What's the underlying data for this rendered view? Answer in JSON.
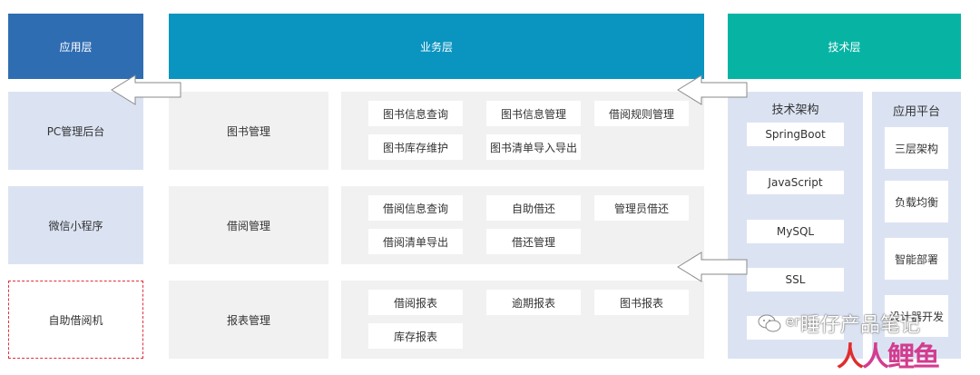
{
  "headers": {
    "app_layer": "应用层",
    "business_layer": "业务层",
    "tech_layer": "技术层"
  },
  "colors": {
    "app_header": "#2f6db3",
    "business_header": "#0a94c0",
    "tech_header": "#07b4a4",
    "light_box": "#dbe3f3",
    "grey_panel": "#f1f1f1",
    "dashed_border": "#e0303a"
  },
  "apps": [
    "PC管理后台",
    "微信小程序",
    "自助借阅机"
  ],
  "modules": [
    {
      "name": "图书管理",
      "functions": [
        "图书信息查询",
        "图书信息管理",
        "借阅规则管理",
        "图书库存维护",
        "图书清单导入导出"
      ]
    },
    {
      "name": "借阅管理",
      "functions": [
        "借阅信息查询",
        "自助借还",
        "管理员借还",
        "借阅清单导出",
        "借还管理"
      ]
    },
    {
      "name": "报表管理",
      "functions": [
        "借阅报表",
        "逾期报表",
        "图书报表",
        "库存报表"
      ]
    }
  ],
  "tech_architecture": {
    "title": "技术架构",
    "items": [
      "SpringBoot",
      "JavaScript",
      "MySQL",
      "SSL",
      ""
    ]
  },
  "app_platform": {
    "title": "应用平台",
    "items": [
      "三层架构",
      "负载均衡",
      "智能部署",
      "设计器开发"
    ]
  },
  "watermark": {
    "text": "睡仔产品笔记",
    "partial": "er",
    "logo_a": "人",
    "logo_b": "人鲤鱼"
  },
  "icons": {
    "arrow_left": "arrow-left-icon",
    "wechat": "wechat-icon"
  }
}
